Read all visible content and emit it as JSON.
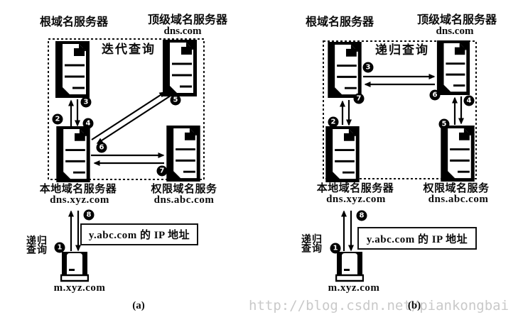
{
  "watermark": "http://blog.csdn.net/piankongbai",
  "panel_a": {
    "caption": "(a)",
    "box_label": "迭代查询",
    "root": {
      "label": "根域名服务器"
    },
    "tld": {
      "label": "顶级域名服务器",
      "domain": "dns.com"
    },
    "local": {
      "label": "本地域名服务器",
      "domain": "dns.xyz.com"
    },
    "auth": {
      "label": "权限域名服务",
      "domain": "dns.abc.com"
    },
    "host": {
      "label": "m.xyz.com"
    },
    "recursive_query_line1": "递归",
    "recursive_query_line2": "查询",
    "ip_result": "y.abc.com 的 IP 地址",
    "steps": {
      "s1": "1",
      "s2": "2",
      "s3": "3",
      "s4": "4",
      "s5": "5",
      "s6": "6",
      "s7": "7",
      "s8": "8"
    }
  },
  "panel_b": {
    "caption": "(b)",
    "box_label": "递归查询",
    "root": {
      "label": "根域名服务器"
    },
    "tld": {
      "label": "顶级域名服务器",
      "domain": "dns.com"
    },
    "local": {
      "label": "本地域名服务器",
      "domain": "dns.xyz.com"
    },
    "auth": {
      "label": "权限域名服务",
      "domain": "dns.abc.com"
    },
    "host": {
      "label": "m.xyz.com"
    },
    "recursive_query_line1": "递归",
    "recursive_query_line2": "查询",
    "ip_result": "y.abc.com 的 IP 地址",
    "steps": {
      "s1": "1",
      "s2": "2",
      "s3": "3",
      "s4": "4",
      "s5": "5",
      "s6": "6",
      "s7": "7",
      "s8": "8"
    }
  }
}
